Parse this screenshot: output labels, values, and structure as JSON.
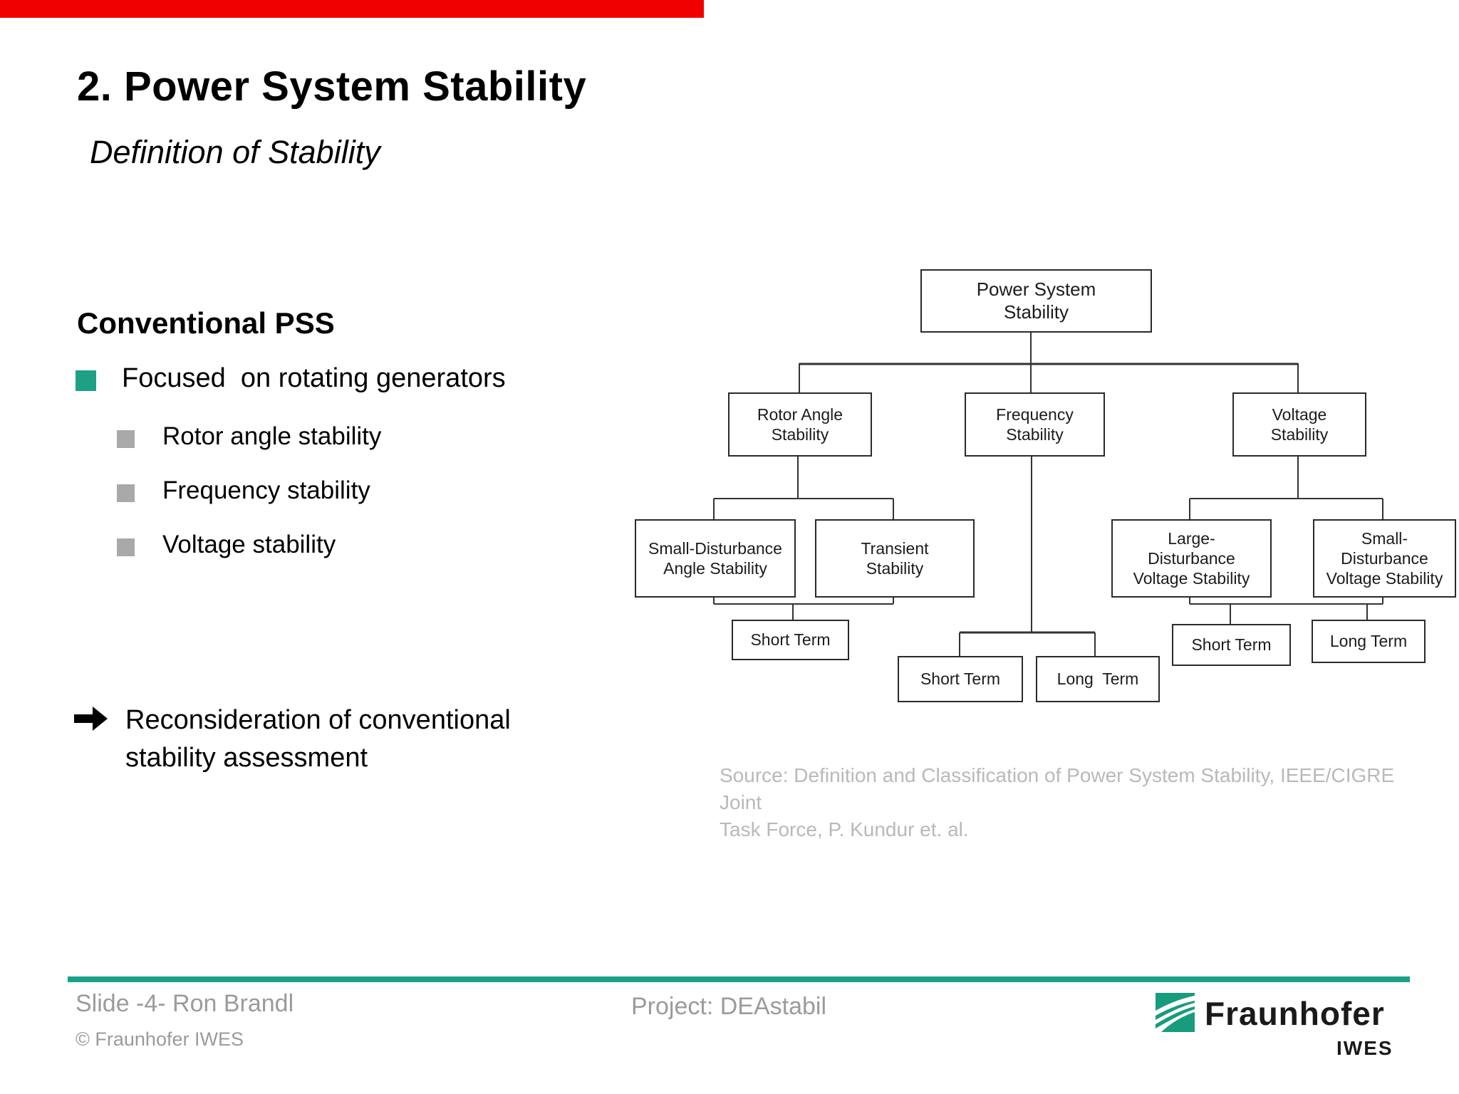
{
  "header": {
    "title": "2. Power System Stability",
    "subtitle": "Definition of Stability"
  },
  "left_panel": {
    "heading": "Conventional PSS",
    "bullet": "Focused  on rotating generators",
    "sub_bullets": [
      "Rotor angle stability",
      "Frequency stability",
      "Voltage stability"
    ],
    "note_lines": [
      "Reconsideration of conventional",
      "stability assessment"
    ]
  },
  "diagram": {
    "root": "Power System\nStability",
    "level1": [
      "Rotor Angle\nStability",
      "Frequency\nStability",
      "Voltage\nStability"
    ],
    "level2": [
      "Small-Disturbance\nAngle Stability",
      "Transient\nStability",
      "Large-\nDisturbance\nVoltage Stability",
      "Small-\nDisturbance\nVoltage Stability"
    ],
    "level3": [
      "Short Term",
      "Short Term",
      "Long  Term",
      "Short Term",
      "Long Term"
    ]
  },
  "source": {
    "line1": "Source: Definition and Classification of Power System Stability, IEEE/CIGRE Joint",
    "line2": "Task Force, P. Kundur et. al."
  },
  "footer": {
    "slide_info": "Slide -4- Ron Brandl",
    "copyright": "© Fraunhofer IWES",
    "project": "Project: DEAstabil",
    "logo_text": "Fraunhofer",
    "logo_subtext": "IWES"
  },
  "colors": {
    "progress_bar_red": "#f10000",
    "bullet_green": "#1ea087",
    "bullet_gray": "#a9a9a9",
    "separator_teal": "#1ba189",
    "logo_green": "#179c7d",
    "source_gray": "#b9b9b9",
    "footer_gray": "#9b9b9b",
    "box_border": "#2a2a2a"
  }
}
